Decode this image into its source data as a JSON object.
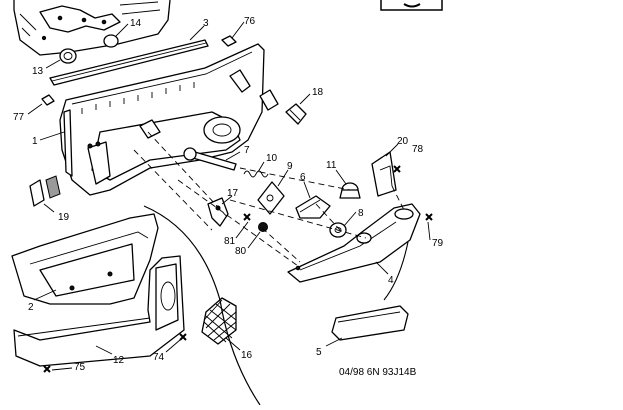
{
  "diagram": {
    "reference": "04/98  6N 93J14B",
    "callouts": [
      {
        "id": "c14",
        "text": "14"
      },
      {
        "id": "c3",
        "text": "3"
      },
      {
        "id": "c76",
        "text": "76"
      },
      {
        "id": "c13",
        "text": "13"
      },
      {
        "id": "c77",
        "text": "77"
      },
      {
        "id": "c18",
        "text": "18"
      },
      {
        "id": "c1",
        "text": "1"
      },
      {
        "id": "c20",
        "text": "20"
      },
      {
        "id": "c78",
        "text": "78"
      },
      {
        "id": "c7",
        "text": "7"
      },
      {
        "id": "c10",
        "text": "10"
      },
      {
        "id": "c9",
        "text": "9"
      },
      {
        "id": "c11",
        "text": "11"
      },
      {
        "id": "c6",
        "text": "6"
      },
      {
        "id": "c17",
        "text": "17"
      },
      {
        "id": "c19",
        "text": "19"
      },
      {
        "id": "c8",
        "text": "8"
      },
      {
        "id": "c81",
        "text": "81"
      },
      {
        "id": "c80",
        "text": "80"
      },
      {
        "id": "c79",
        "text": "79"
      },
      {
        "id": "c4",
        "text": "4"
      },
      {
        "id": "c2",
        "text": "2"
      },
      {
        "id": "c12",
        "text": "12"
      },
      {
        "id": "c74",
        "text": "74"
      },
      {
        "id": "c16",
        "text": "16"
      },
      {
        "id": "c5",
        "text": "5"
      },
      {
        "id": "c75",
        "text": "75"
      }
    ]
  }
}
